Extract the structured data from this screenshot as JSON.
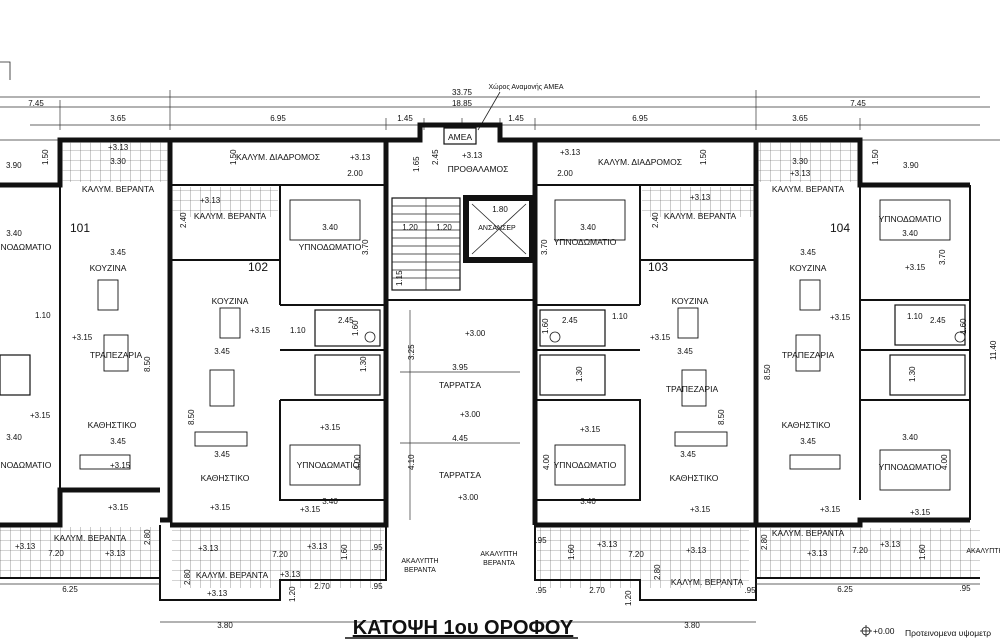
{
  "title": "ΚΑΤΟΨΗ  1ου ΟΡΟΦΟΥ",
  "footer": {
    "level": "+0.00",
    "note": "Προτεινομενα υψομετρ"
  },
  "overall_dims": {
    "total": "33.75",
    "center": "18.85",
    "left": "7.45",
    "right": "7.45"
  },
  "top_dims": [
    "3.65",
    "6.95",
    "1.45",
    "1.45",
    "6.95",
    "3.65"
  ],
  "top_left_dim": "3.90",
  "top_right_dim": "3.90",
  "waiting_area": "Χώρος Αναμονής ΑΜΕΑ",
  "amea": "ΑΜΕΑ",
  "prothalamos": "ΠΡΟΘΑΛΑΜΟΣ",
  "elevator": "ΑΝΣΑΝΣΕΡ",
  "corridor": "ΚΑΛΥΜ. ΔΙΑΔΡΟΜΟΣ",
  "covered_veranda": "ΚΑΛΥΜ. ΒΕΡΑΝΤΑ",
  "open_veranda_1": "ΑΚΑΛΥΠΤΗ",
  "open_veranda_2": "ΒΕΡΑΝΤΑ",
  "kitchen": "ΚΟΥΖΙΝΑ",
  "dining": "ΤΡΑΠΕΖΑΡΙΑ",
  "living": "ΚΑΘΗΣΤΙΚΟ",
  "bedroom": "ΥΠΝΟΔΩΜΑΤΙΟ",
  "terrace": "ΤΑΡΡΑΤΣΑ",
  "units": [
    "101",
    "102",
    "103",
    "104"
  ],
  "levels": {
    "floor": "+3.15",
    "stairs": "+3.13",
    "terrace": "+3.00"
  },
  "room_dims": {
    "d340": "3.40",
    "d345": "3.45",
    "d370": "3.70",
    "d395": "3.95",
    "d445": "4.45",
    "d850": "8.50",
    "d400": "4.00",
    "d410": "4.10",
    "d325": "3.25",
    "d720": "7.20",
    "d625": "6.25",
    "d380": "3.80",
    "d270": "2.70",
    "d095": ".95",
    "d280": "2.80",
    "d160": "1.60",
    "d120": "1.20",
    "d180": "1.80",
    "d150": "1.50",
    "d200": "2.00",
    "d330": "3.30",
    "d245": "2.45",
    "d110": "1.10",
    "d130": "1.30",
    "d165": "1.65",
    "d115": "1.15",
    "d240": "2.40",
    "d1140": "11.40"
  }
}
